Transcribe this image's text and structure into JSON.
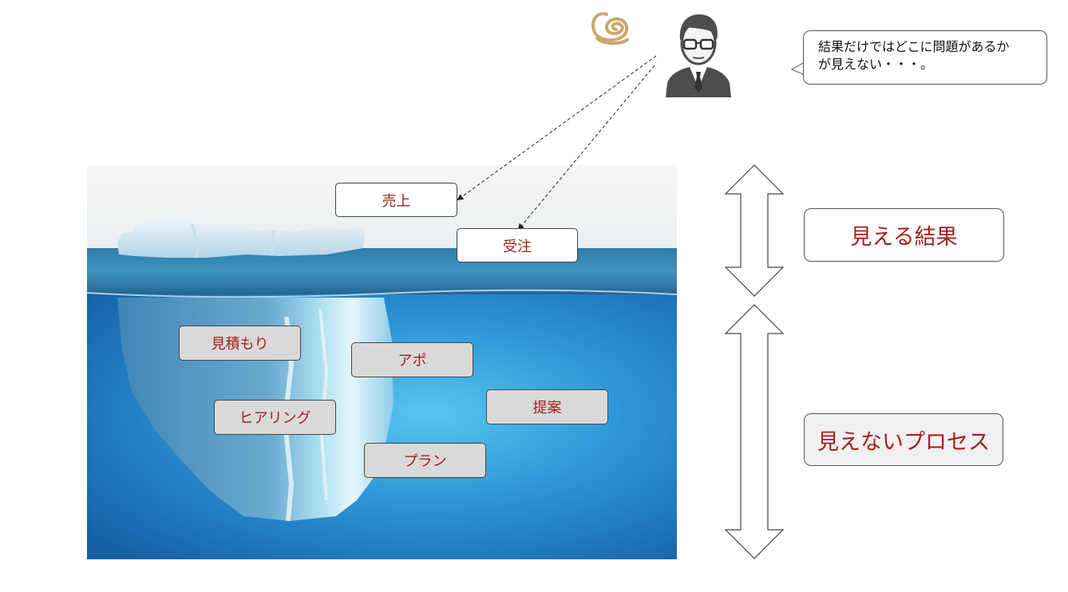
{
  "speech_bubble": {
    "line1": "結果だけではどこに問題があるか",
    "line2": "が見えない・・・。"
  },
  "icons": {
    "person": "businessman-with-glasses-icon",
    "confusion": "swirl-scribble-icon"
  },
  "above_water": {
    "sales": "売上",
    "orders": "受注"
  },
  "below_water": {
    "estimate": "見積もり",
    "appointment": "アポ",
    "hearing": "ヒアリング",
    "proposal": "提案",
    "plan": "プラン"
  },
  "side_labels": {
    "visible": "見える結果",
    "invisible": "見えないプロセス"
  },
  "colors": {
    "label_text": "#a31f1f",
    "sky": "#f4f4f4",
    "water_deep": "#1d7cc2",
    "water_light": "#4fc0ee",
    "scribble": "#c9a86a"
  }
}
